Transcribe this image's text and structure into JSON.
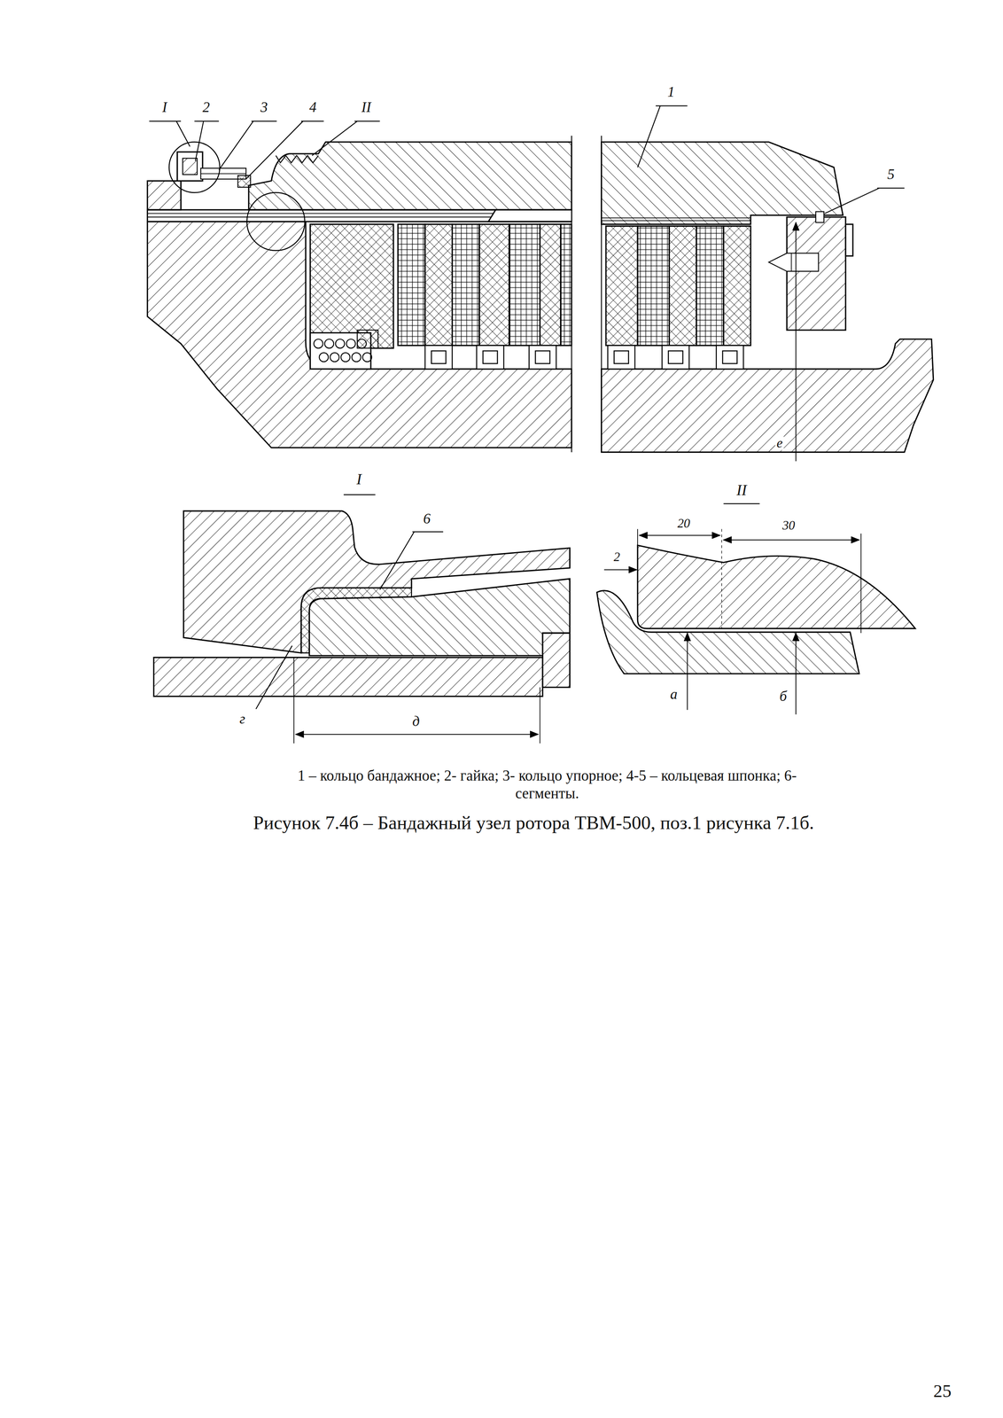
{
  "diagram": {
    "caption": "Рисунок 7.4б – Бандажный узел ротора ТВМ-500, поз.1 рисунка  7.1б.",
    "labels": [
      "I",
      "2",
      "3",
      "4",
      "II",
      "1",
      "5",
      "е",
      "I",
      "II",
      "6",
      "г",
      "д",
      "20",
      "30",
      "2",
      "а",
      "б",
      "1 – кольцо бандажное; 2- гайка; 3- кольцо упорное; 4-5 – кольцевая шпонка; 6-сегменты.",
      "25"
    ]
  }
}
